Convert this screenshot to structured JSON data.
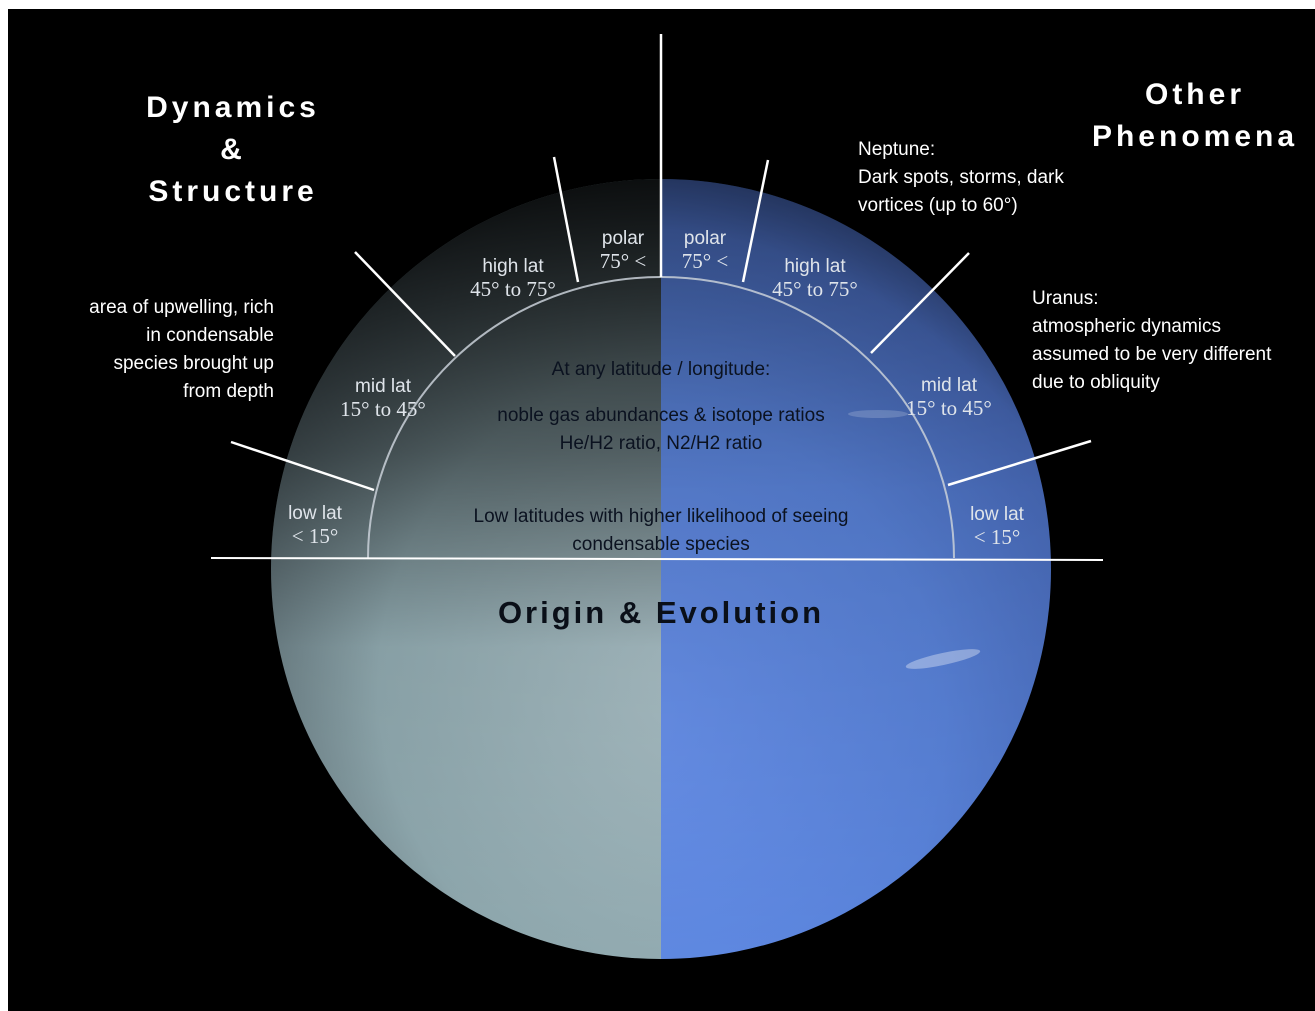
{
  "headings": {
    "left": [
      "Dynamics",
      "&",
      "Structure"
    ],
    "right": [
      "Other",
      "Phenomena"
    ],
    "bottom": "Origin & Evolution"
  },
  "notes": {
    "left": [
      "area of upwelling, rich",
      "in condensable",
      "species brought up",
      "from depth"
    ],
    "neptune": [
      "Neptune:",
      "Dark spots, storms, dark",
      "vortices (up to 60°)"
    ],
    "uranus": [
      "Uranus:",
      "atmospheric dynamics",
      "assumed to be very different",
      "due to obliquity"
    ]
  },
  "zones": {
    "polar": {
      "name": "polar",
      "range": "75° <"
    },
    "high": {
      "name": "high lat",
      "range": "45° to 75°"
    },
    "mid": {
      "name": "mid lat",
      "range": "15° to 45°"
    },
    "low": {
      "name": "low lat",
      "range": "< 15°"
    }
  },
  "center": {
    "line1": "At any latitude / longitude:",
    "line2": "noble gas abundances & isotope ratios",
    "line3": "He/H2 ratio, N2/H2 ratio",
    "line4": "Low latitudes with higher likelihood of seeing",
    "line5": "condensable species"
  },
  "colors": {
    "background": "#000000",
    "uranus_light": "#9fb6bb",
    "neptune_blue": "#5b86e0",
    "divider_line": "#ffffff"
  }
}
